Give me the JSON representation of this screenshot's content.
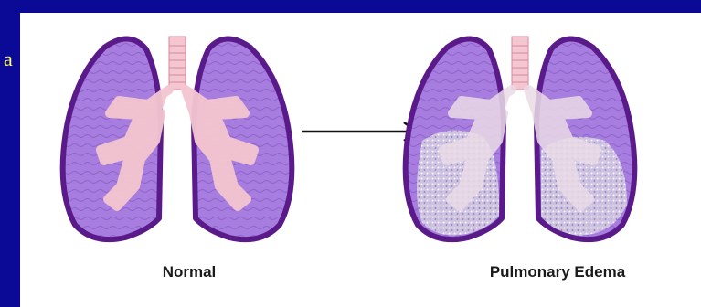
{
  "slide": {
    "edge_text": "a"
  },
  "diagram": {
    "left_label": "Normal",
    "right_label": "Pulmonary Edema"
  },
  "colors": {
    "background": "#0a0a96",
    "lung_fill": "#a77ee0",
    "lung_outline": "#5a1a8a",
    "airway": "#f4c6d0",
    "fluid": "#d9d4e6"
  },
  "icons": [
    "lung-pair-normal-icon",
    "lung-pair-edema-icon",
    "right-arrow-icon"
  ]
}
